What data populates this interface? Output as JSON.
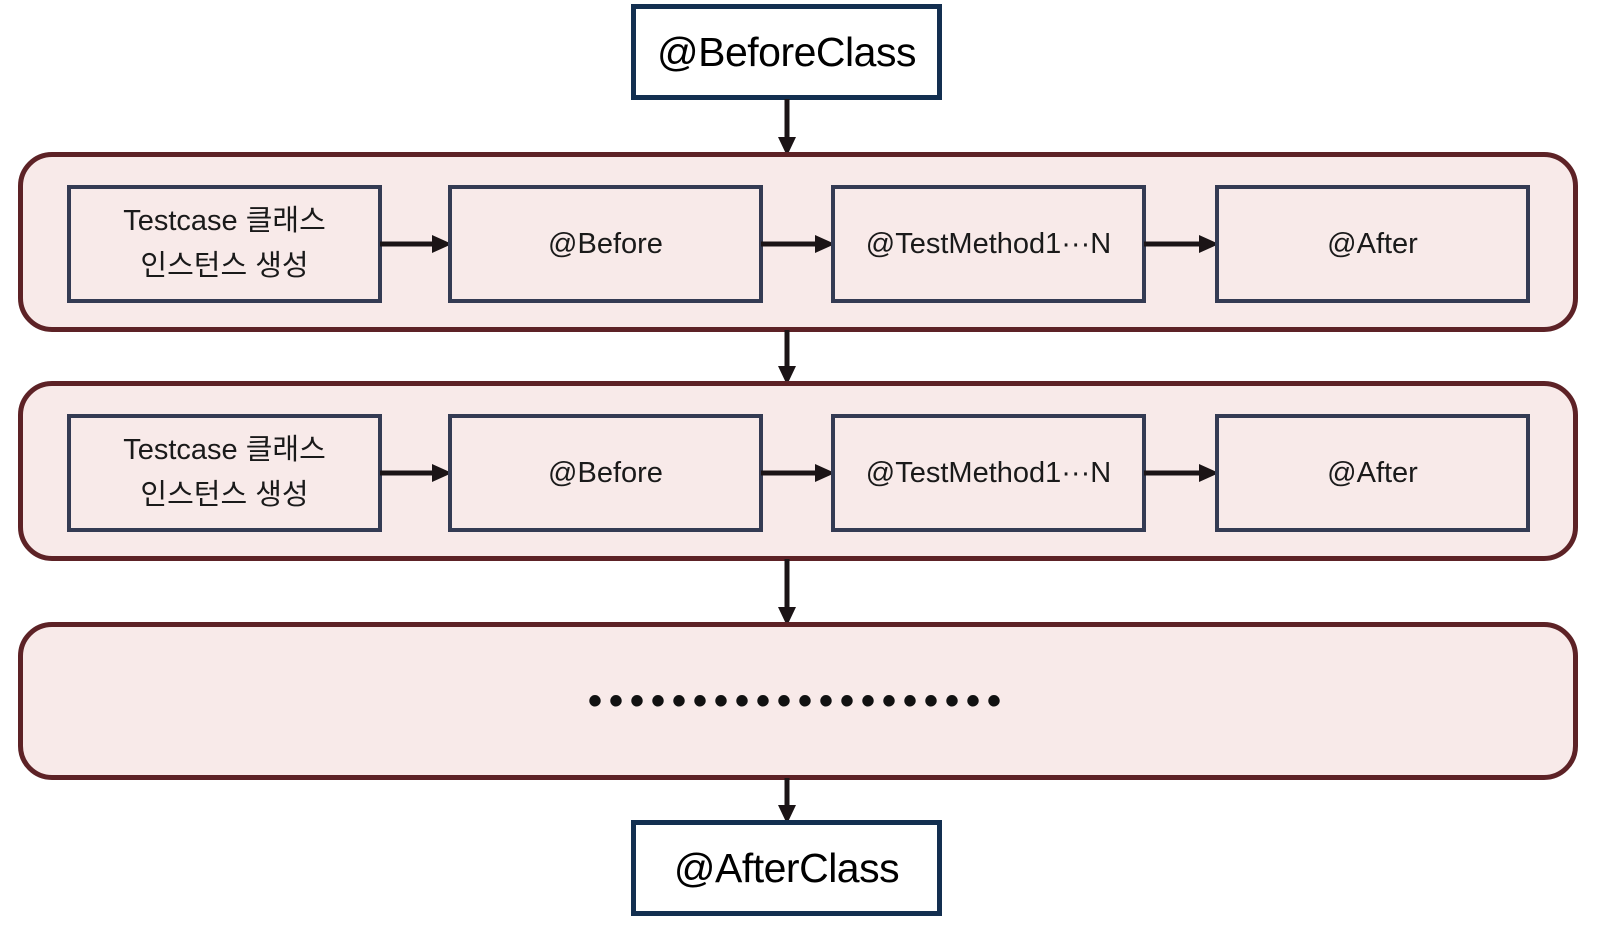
{
  "diagram": {
    "title": "JUnit test lifecycle flow",
    "colors": {
      "class_box_border": "#132F50",
      "class_box_fill": "#FFFFFF",
      "group_border": "#5D2226",
      "group_fill": "#F8EAE9",
      "step_border": "#343B53",
      "step_fill": "#F8EAE9",
      "arrow": "#1B1416",
      "text": "#000000"
    },
    "top_node": {
      "label": "@BeforeClass"
    },
    "bottom_node": {
      "label": "@AfterClass"
    },
    "groups": [
      {
        "name": "test-run-1",
        "steps": [
          {
            "name": "testcase-instance",
            "line1": "Testcase 클래스",
            "line2": "인스턴스 생성"
          },
          {
            "name": "before",
            "line1": "@Before",
            "line2": ""
          },
          {
            "name": "test-methods",
            "line1": "@TestMethod1···N",
            "line2": ""
          },
          {
            "name": "after",
            "line1": "@After",
            "line2": ""
          }
        ]
      },
      {
        "name": "test-run-2",
        "steps": [
          {
            "name": "testcase-instance",
            "line1": "Testcase 클래스",
            "line2": "인스턴스 생성"
          },
          {
            "name": "before",
            "line1": "@Before",
            "line2": ""
          },
          {
            "name": "test-methods",
            "line1": "@TestMethod1···N",
            "line2": ""
          },
          {
            "name": "after",
            "line1": "@After",
            "line2": ""
          }
        ]
      },
      {
        "name": "test-run-ellipsis",
        "ellipsis": "••••••••••••••••••••"
      }
    ]
  }
}
